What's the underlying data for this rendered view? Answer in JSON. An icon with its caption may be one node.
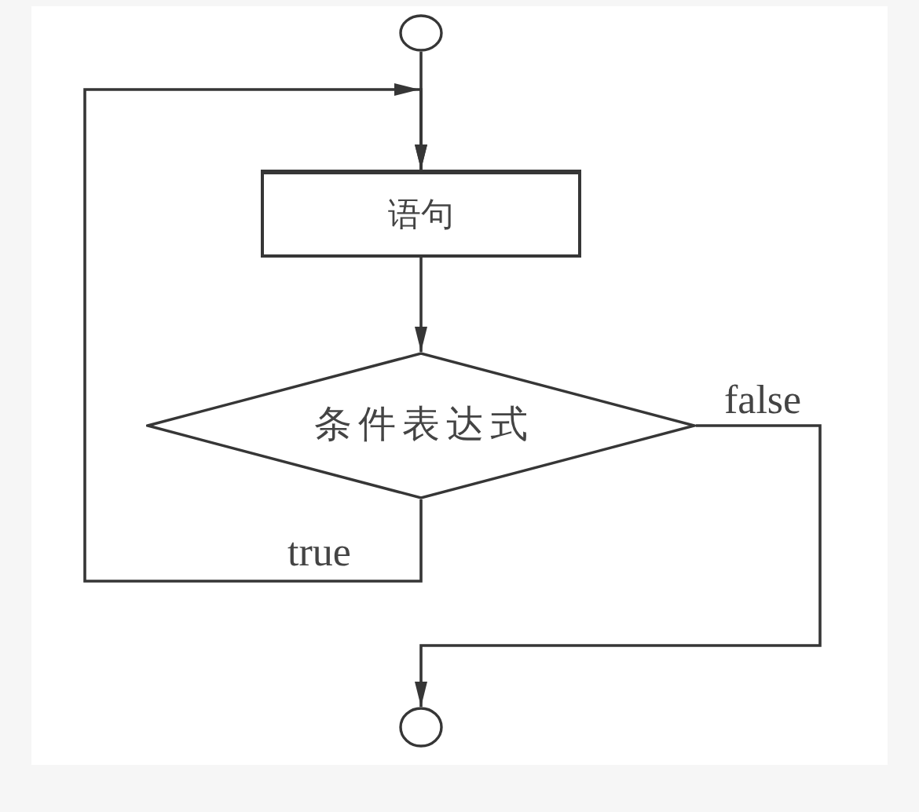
{
  "diagram": {
    "nodes": [
      {
        "text": [],
        "shape": "circle"
      },
      {
        "text": [
          "语句"
        ]
      },
      {
        "text": [
          "条件表达式"
        ]
      },
      {
        "text": [],
        "shape": "circle"
      }
    ],
    "edges": [
      {
        "from": 0,
        "to": 1,
        "arrow": "to"
      },
      {
        "from": 1,
        "to": 2,
        "arrow": "to"
      },
      {
        "from": 2,
        "to": 1,
        "arrow": "to",
        "label": "true"
      },
      {
        "from": 2,
        "to": 3,
        "arrow": "to",
        "label": "false"
      }
    ]
  }
}
